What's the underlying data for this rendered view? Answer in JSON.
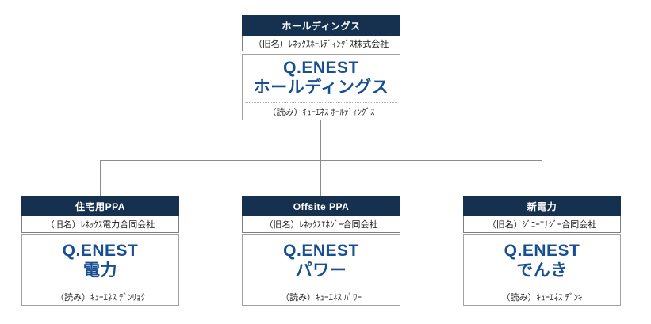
{
  "colors": {
    "category_header_bg": "#16304F",
    "brand_blue": "#174F92",
    "connector_line": "#8c8c8c",
    "border_gray": "#7f7f7f"
  },
  "root": {
    "category": "ホールディングス",
    "former_name": "（旧名）ﾚﾈｯｸｽﾎｰﾙﾃﾞｨﾝｸﾞｽ株式会社",
    "name_line1": "Q.ENEST",
    "name_line2": "ホールディングス",
    "reading": "（読み）ｷｭｰｴﾈｽ ﾎｰﾙﾃﾞｨﾝｸﾞｽ"
  },
  "children": [
    {
      "category": "住宅用PPA",
      "former_name": "（旧名）ﾚﾈｯｸｽ電力合同会社",
      "name_line1": "Q.ENEST",
      "name_line2": "電力",
      "reading": "（読み）ｷｭｰｴﾈｽ ﾃﾞﾝﾘｮｸ"
    },
    {
      "category": "Offsite PPA",
      "former_name": "（旧名）ﾚﾈｯｸｽｴﾈｼﾞｰ合同会社",
      "name_line1": "Q.ENEST",
      "name_line2": "パワー",
      "reading": "（読み）ｷｭｰｴﾈｽ ﾊﾟﾜｰ"
    },
    {
      "category": "新電力",
      "former_name": "（旧名）ｼﾞﾆｰｴﾅｼﾞｰ合同会社",
      "name_line1": "Q.ENEST",
      "name_line2": "でんき",
      "reading": "（読み）ｷｭｰｴﾈｽ ﾃﾞﾝｷ"
    }
  ]
}
